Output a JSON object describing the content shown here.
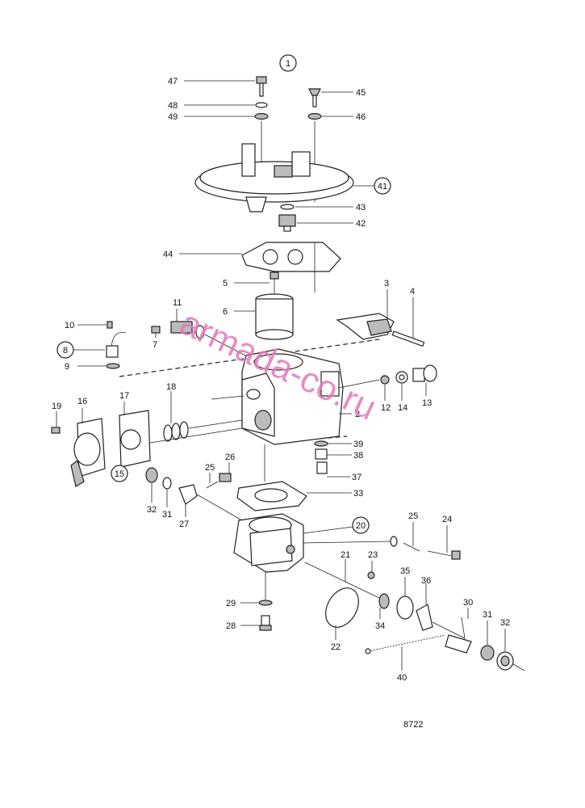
{
  "title_callout": "1",
  "drawing_number": "8722",
  "watermark": "armada-co.ru",
  "callouts": {
    "c1": "47",
    "c2": "48",
    "c3": "49",
    "c4": "45",
    "c5": "46",
    "c6": "41",
    "c7": "43",
    "c8": "42",
    "c9": "44",
    "c10": "5",
    "c11": "6",
    "c12": "3",
    "c13": "4",
    "c14": "11",
    "c15": "10",
    "c16": "8",
    "c17": "9",
    "c18": "7",
    "c19": "12",
    "c20": "14",
    "c21": "13",
    "c22": "2",
    "c23": "19",
    "c24": "16",
    "c25": "17",
    "c26": "18",
    "c27": "15",
    "c28": "39",
    "c29": "38",
    "c30": "37",
    "c31": "26",
    "c32": "25",
    "c33": "32",
    "c34": "31",
    "c35": "27",
    "c36": "33",
    "c37": "20",
    "c38": "25",
    "c39": "24",
    "c40": "21",
    "c41": "23",
    "c42": "35",
    "c43": "36",
    "c44": "29",
    "c45": "28",
    "c46": "34",
    "c47": "22",
    "c48": "30",
    "c49": "31",
    "c50": "32",
    "c51": "40"
  }
}
